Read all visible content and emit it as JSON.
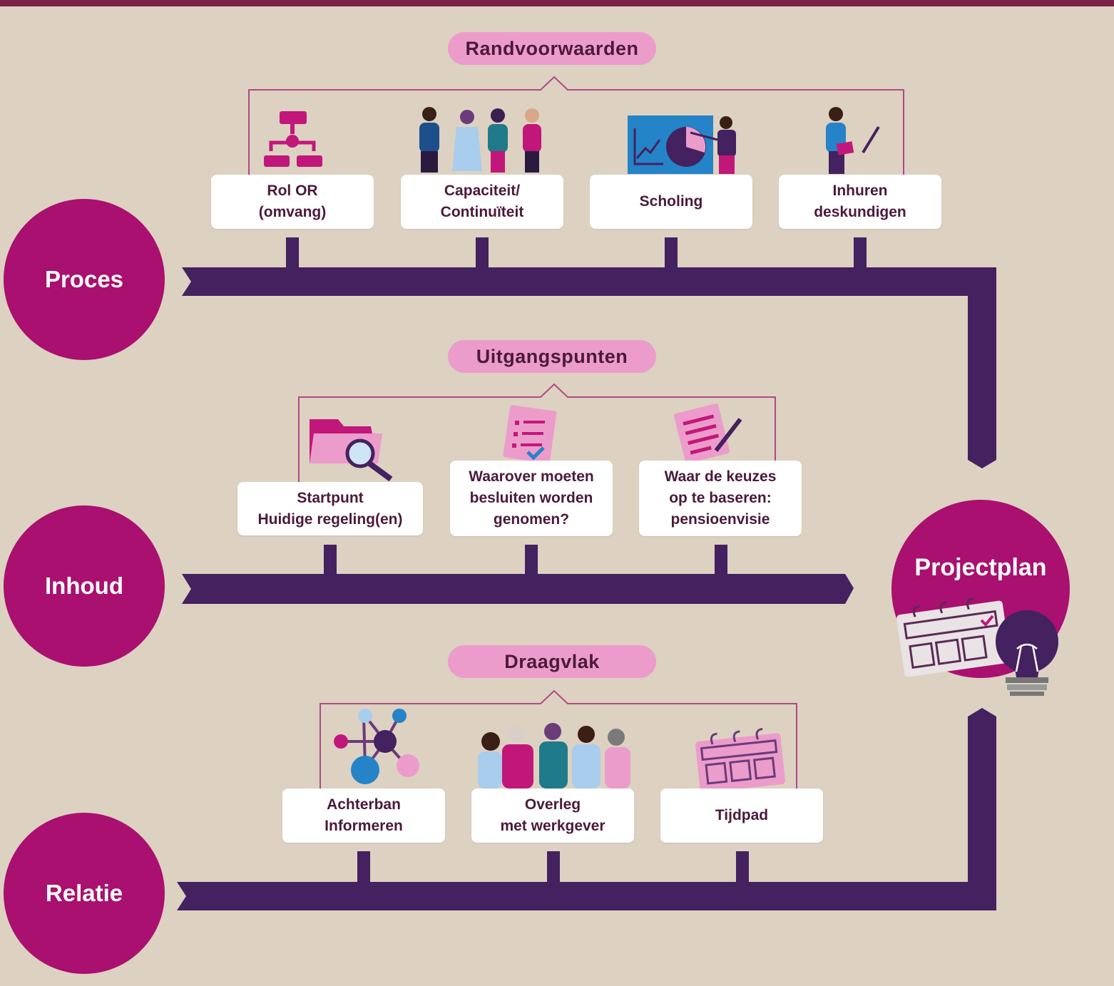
{
  "colors": {
    "background": "#ddd1c1",
    "top_bar": "#7a2249",
    "circle": "#a9106f",
    "track": "#44215f",
    "pill": "#ec9ccb",
    "bracket": "#b04a86",
    "text_dark": "#4b1a3a"
  },
  "tracks": [
    {
      "label": "Proces"
    },
    {
      "label": "Inhoud"
    },
    {
      "label": "Relatie"
    }
  ],
  "groups": [
    {
      "title": "Randvoorwaarden",
      "items": [
        {
          "line1": "Rol OR",
          "line2": "(omvang)",
          "icon": "flowchart-icon"
        },
        {
          "line1": "Capaciteit/",
          "line2": "Continuïteit",
          "icon": "people-group-icon"
        },
        {
          "line1": "Scholing",
          "line2": "",
          "icon": "presentation-icon"
        },
        {
          "line1": "Inhuren",
          "line2": "deskundigen",
          "icon": "expert-icon"
        }
      ]
    },
    {
      "title": "Uitgangspunten",
      "items": [
        {
          "line1": "Startpunt",
          "line2": "Huidige regeling(en)",
          "line3": "",
          "icon": "folder-search-icon"
        },
        {
          "line1": "Waarover moeten",
          "line2": "besluiten worden",
          "line3": "genomen?",
          "icon": "checklist-icon"
        },
        {
          "line1": "Waar de keuzes",
          "line2": "op te baseren:",
          "line3": "pensioenvisie",
          "icon": "document-pen-icon"
        }
      ]
    },
    {
      "title": "Draagvlak",
      "items": [
        {
          "line1": "Achterban",
          "line2": "Informeren",
          "icon": "network-icon"
        },
        {
          "line1": "Overleg",
          "line2": "met werkgever",
          "icon": "meeting-icon"
        },
        {
          "line1": "Tijdpad",
          "line2": "",
          "icon": "calendar-icon"
        }
      ]
    }
  ],
  "goal": {
    "label": "Projectplan",
    "icons": [
      "calendar-icon",
      "lightbulb-icon"
    ]
  }
}
